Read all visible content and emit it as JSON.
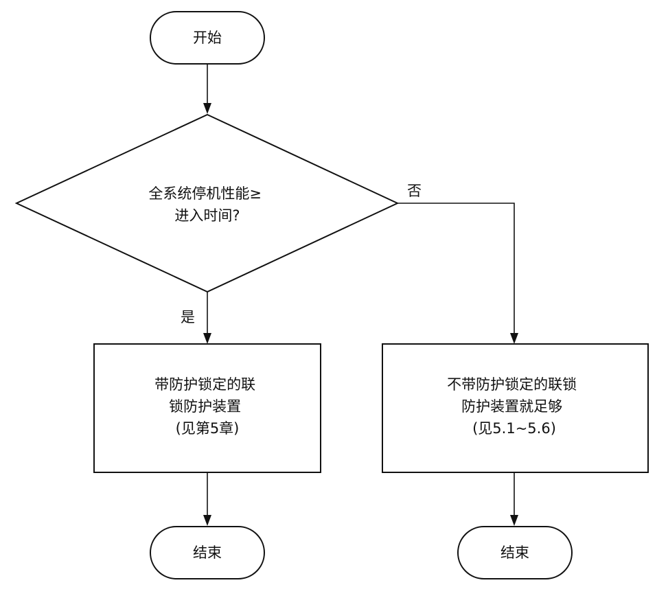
{
  "nodes": {
    "start": {
      "lines": [
        "开始"
      ]
    },
    "decision": {
      "lines": [
        "全系统停机性能≥",
        "进入时间?"
      ]
    },
    "process_yes": {
      "lines": [
        "带防护锁定的联",
        "锁防护装置",
        "(见第5章)"
      ]
    },
    "process_no": {
      "lines": [
        "不带防护锁定的联锁",
        "防护装置就足够",
        "(见5.1~5.6)"
      ]
    },
    "end_yes": {
      "lines": [
        "结束"
      ]
    },
    "end_no": {
      "lines": [
        "结束"
      ]
    }
  },
  "edges": {
    "yes_label": "是",
    "no_label": "否"
  }
}
